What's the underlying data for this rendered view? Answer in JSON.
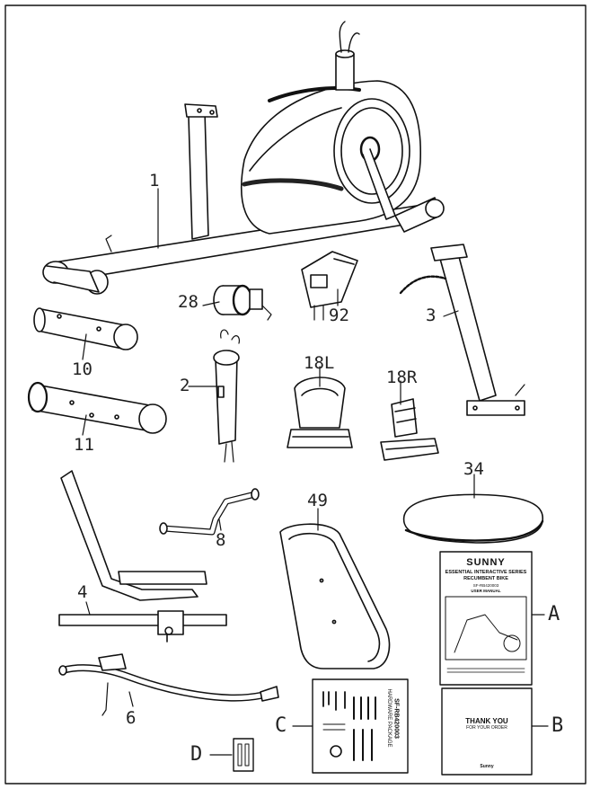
{
  "part_labels": {
    "p1": "1",
    "p2": "2",
    "p3": "3",
    "p4": "4",
    "p6": "6",
    "p8": "8",
    "p10": "10",
    "p11": "11",
    "p18l": "18L",
    "p18r": "18R",
    "p28": "28",
    "p34": "34",
    "p49": "49",
    "p92": "92",
    "a": "A",
    "b": "B",
    "c": "C",
    "d": "D"
  },
  "manual": {
    "brand": "SUNNY",
    "series": "ESSENTIAL INTERACTIVE SERIES",
    "product": "RECUMBENT BIKE",
    "model": "SF-RB420003",
    "doc": "USER MANUAL"
  },
  "thank_you_card": {
    "headline": "THANK YOU",
    "subline": "FOR YOUR ORDER",
    "brand": "Sunny"
  },
  "hardware_package": {
    "model": "SF-RB420003",
    "label": "HARDWARE PACKAGE"
  }
}
